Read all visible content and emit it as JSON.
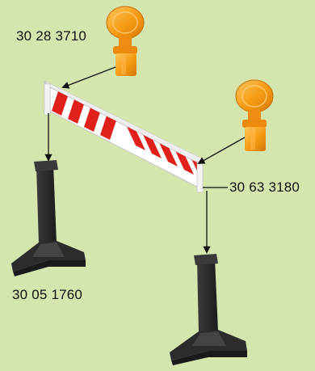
{
  "labels": {
    "warning_lamp": "30 28 3710",
    "barrier_board": "30 63 3180",
    "base_foot": "30 05 1760"
  },
  "colors": {
    "background": "#d4e5ae",
    "stripe_red": "#e0201a",
    "board_white": "#ffffff",
    "lamp_orange": "#f59a12",
    "base_dark": "#2a2a2a"
  }
}
